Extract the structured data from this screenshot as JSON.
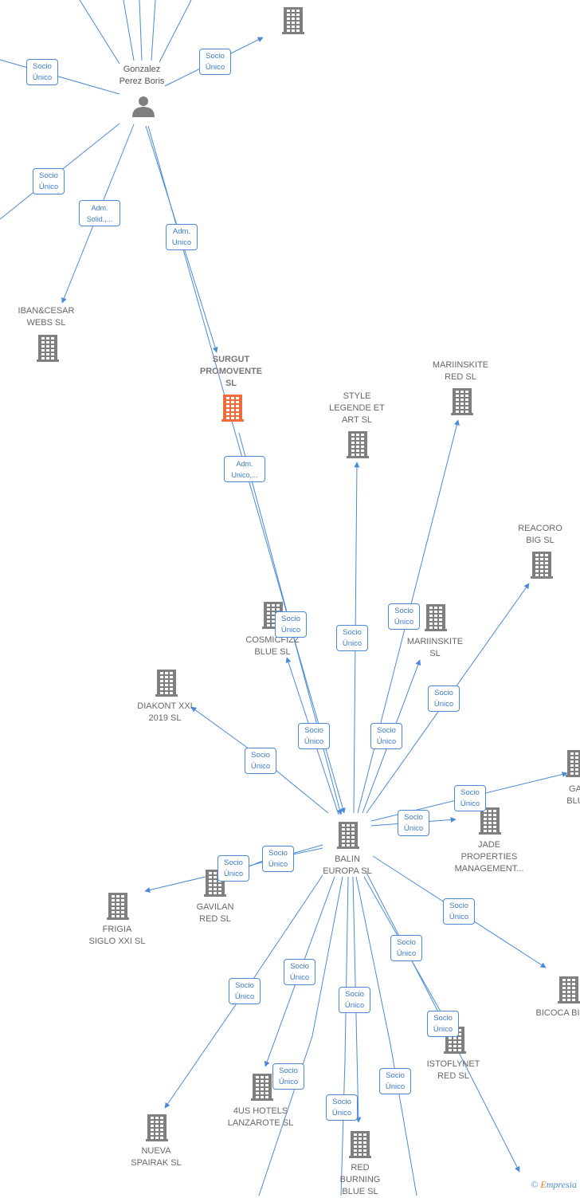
{
  "colors": {
    "edge": "#4a8ad6",
    "building": "#7f7f7f",
    "highlight": "#f26a3a",
    "label": "#666666"
  },
  "nodes": [
    {
      "id": "gonzalez",
      "label": "Gonzalez\nPerez Boris",
      "icon": "person-icon"
    },
    {
      "id": "top_building",
      "label": "",
      "icon": "building-icon"
    },
    {
      "id": "iban_cesar",
      "label": "IBAN&CESAR\nWEBS SL",
      "icon": "building-icon"
    },
    {
      "id": "surgut",
      "label": "SURGUT\nPROMOVENTE\nSL",
      "icon": "building-icon",
      "highlight": true
    },
    {
      "id": "style_legende",
      "label": "STYLE\nLEGENDE ET\nART SL",
      "icon": "building-icon"
    },
    {
      "id": "mariinskite_red",
      "label": "MARIINSKITE\nRED SL",
      "icon": "building-icon"
    },
    {
      "id": "reacoro",
      "label": "REACORO\nBIG SL",
      "icon": "building-icon"
    },
    {
      "id": "cosmicfizz",
      "label": "COSMICFIZZ\nBLUE SL",
      "icon": "building-icon"
    },
    {
      "id": "mariinskite",
      "label": "MARIINSKITE\nSL",
      "icon": "building-icon"
    },
    {
      "id": "diakont",
      "label": "DIAKONT XXI\n2019 SL",
      "icon": "building-icon"
    },
    {
      "id": "balin",
      "label": "BALIN\nEUROPA SL",
      "icon": "building-icon"
    },
    {
      "id": "ga_blu",
      "label": "GA\nBLU",
      "icon": "building-icon"
    },
    {
      "id": "jade",
      "label": "JADE\nPROPERTIES\nMANAGEMENT...",
      "icon": "building-icon"
    },
    {
      "id": "gavilan",
      "label": "GAVILAN\nRED SL",
      "icon": "building-icon"
    },
    {
      "id": "frigia",
      "label": "FRIGIA\nSIGLO XXI SL",
      "icon": "building-icon"
    },
    {
      "id": "bicoca",
      "label": "BICOCA BI",
      "icon": "building-icon"
    },
    {
      "id": "istoflynet",
      "label": "ISTOFLYNET\nRED SL",
      "icon": "building-icon"
    },
    {
      "id": "hotels4us",
      "label": "4US HOTELS\nLANZAROTE SL",
      "icon": "building-icon"
    },
    {
      "id": "nueva_spairak",
      "label": "NUEVA\nSPAIRAK SL",
      "icon": "building-icon"
    },
    {
      "id": "red_burning",
      "label": "RED\nBURNING\nBLUE SL",
      "icon": "building-icon"
    }
  ],
  "edge_labels": [
    "Socio\nÚnico",
    "Socio\nÚnico",
    "Socio\nÚnico",
    "Adm.\nSolid.,...",
    "Adm.\nUnico",
    "Adm.\nUnico,...",
    "Socio\nÚnico",
    "Socio\nÚnico",
    "Socio\nÚnico",
    "Socio\nÚnico",
    "Socio\nÚnico",
    "Socio\nÚnico",
    "Socio\nÚnico",
    "Socio\nÚnico",
    "Socio\nÚnico",
    "Socio\nÚnico",
    "Socio\nÚnico",
    "Socio\nÚnico",
    "Socio\nÚnico",
    "Socio\nÚnico",
    "Socio\nÚnico",
    "Socio\nÚnico",
    "Socio\nÚnico",
    "Socio\nÚnico",
    "Socio\nÚnico",
    "Socio\nÚnico",
    "Socio\nÚnico"
  ],
  "footer": {
    "copyright": "©",
    "brand_initial": "E",
    "brand_rest": "mpresia"
  }
}
